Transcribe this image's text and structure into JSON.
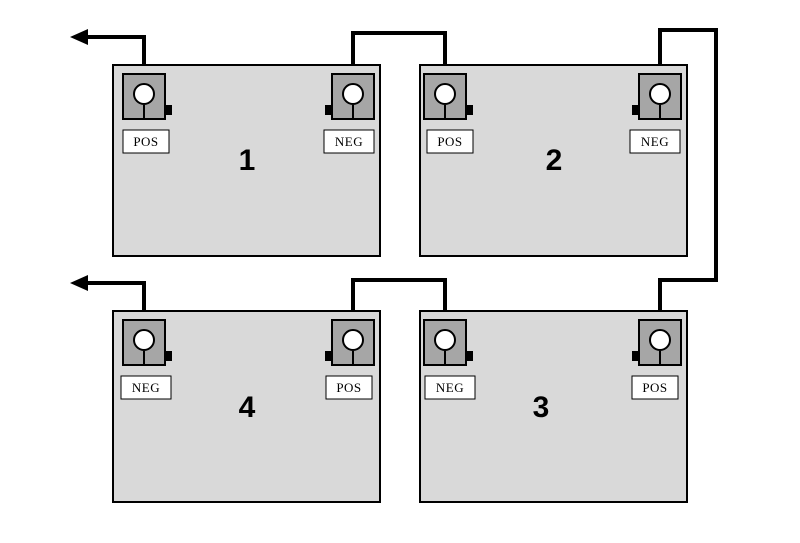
{
  "batteries": [
    {
      "number": "1",
      "left_terminal": {
        "label": "POS"
      },
      "right_terminal": {
        "label": "NEG"
      }
    },
    {
      "number": "2",
      "left_terminal": {
        "label": "POS"
      },
      "right_terminal": {
        "label": "NEG"
      }
    },
    {
      "number": "3",
      "left_terminal": {
        "label": "NEG"
      },
      "right_terminal": {
        "label": "POS"
      }
    },
    {
      "number": "4",
      "left_terminal": {
        "label": "NEG"
      },
      "right_terminal": {
        "label": "POS"
      }
    }
  ],
  "colors": {
    "battery_fill": "#d9d9d9",
    "terminal_fill": "#a6a6a6",
    "wire": "#000000",
    "label_fill": "#ffffff"
  }
}
